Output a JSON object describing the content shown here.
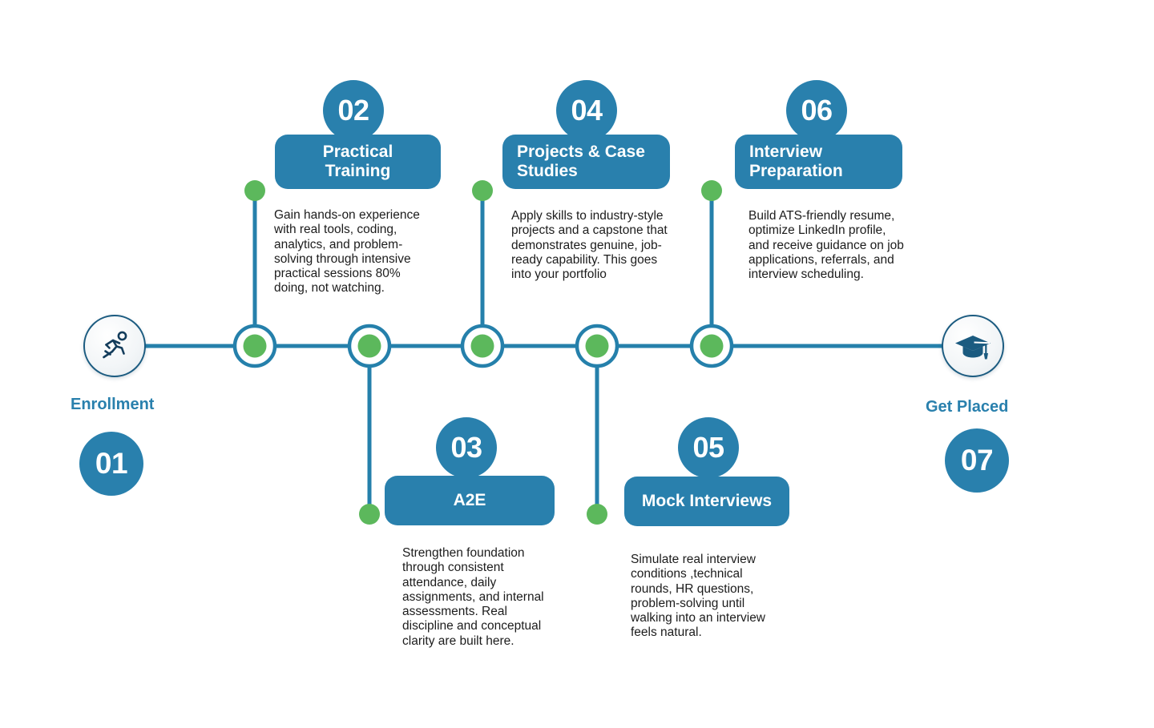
{
  "theme": {
    "brand_blue": "#2980ad",
    "deep_blue": "#1b5b80",
    "node_green": "#5cb85c",
    "line_blue": "#2580ab",
    "background": "#ffffff",
    "text_dark": "#1c1c1c"
  },
  "start": {
    "icon": "runner-icon",
    "label": "Enrollment",
    "number": "01"
  },
  "end": {
    "icon": "graduation-cap-icon",
    "label": "Get Placed",
    "number": "07"
  },
  "steps": [
    {
      "number": "02",
      "title": "Practical Training",
      "description": "Gain hands-on experience with real tools, coding, analytics, and problem-solving through intensive practical sessions 80% doing, not watching.",
      "side": "top"
    },
    {
      "number": "03",
      "title": "A2E",
      "description": "Strengthen foundation through consistent attendance, daily assignments, and internal assessments. Real discipline and conceptual clarity are built here.",
      "side": "bottom"
    },
    {
      "number": "04",
      "title": "Projects & Case Studies",
      "description": "Apply skills to industry-style projects and a capstone that demonstrates genuine, job-ready capability. This goes into your portfolio",
      "side": "top"
    },
    {
      "number": "05",
      "title": "Mock Interviews",
      "description": "Simulate real interview conditions ,technical rounds, HR questions, problem-solving until walking into an interview feels natural.",
      "side": "bottom"
    },
    {
      "number": "06",
      "title": "Interview Preparation",
      "description": "Build ATS-friendly resume, optimize LinkedIn profile, and receive guidance on job applications, referrals, and interview scheduling.",
      "side": "top"
    }
  ],
  "nodes": [
    {
      "name": "timeline-node-1"
    },
    {
      "name": "timeline-node-2"
    },
    {
      "name": "timeline-node-3"
    },
    {
      "name": "timeline-node-4"
    },
    {
      "name": "timeline-node-5"
    }
  ]
}
